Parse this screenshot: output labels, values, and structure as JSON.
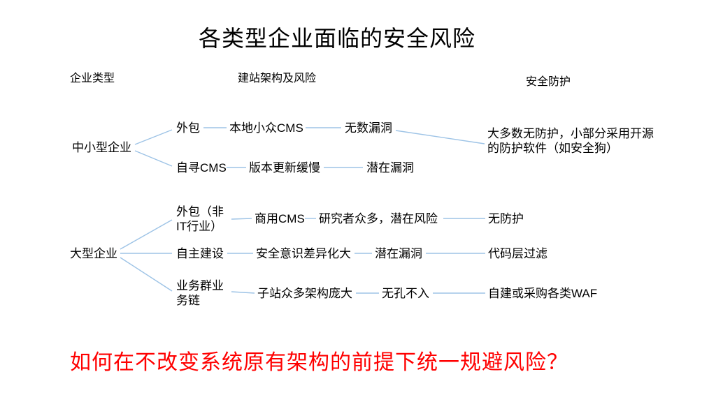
{
  "title": "各类型企业面临的安全风险",
  "headers": {
    "enterprise_type": "企业类型",
    "architecture_risk": "建站架构及风险",
    "protection": "安全防护"
  },
  "sme": {
    "label": "中小型企业",
    "outsourcing": "外包",
    "local_cms": "本地小众CMS",
    "countless_vulns": "无数漏洞",
    "self_cms": "自寻CMS",
    "slow_updates": "版本更新缓慢",
    "potential_vulns": "潜在漏洞",
    "protection": "大多数无防护，小部分采用开源的防护软件（如安全狗）"
  },
  "large": {
    "label": "大型企业",
    "outsourcing_non_it": "外包（非IT行业）",
    "commercial_cms": "商用CMS",
    "many_researchers": "研究者众多，潜在风险",
    "no_protection": "无防护",
    "self_built": "自主建设",
    "awareness_gap": "安全意识差异化大",
    "potential_vulns": "潜在漏洞",
    "code_filter": "代码层过滤",
    "business_chain": "业务群业务链",
    "many_subsites": "子站众多架构庞大",
    "pervasive": "无孔不入",
    "waf": "自建或采购各类WAF"
  },
  "footer": {
    "question": "如何在不改变系统原有架构的前提下统一规避风险？"
  },
  "colors": {
    "connector": "#9dc3e6",
    "question_text": "#ff0000"
  }
}
